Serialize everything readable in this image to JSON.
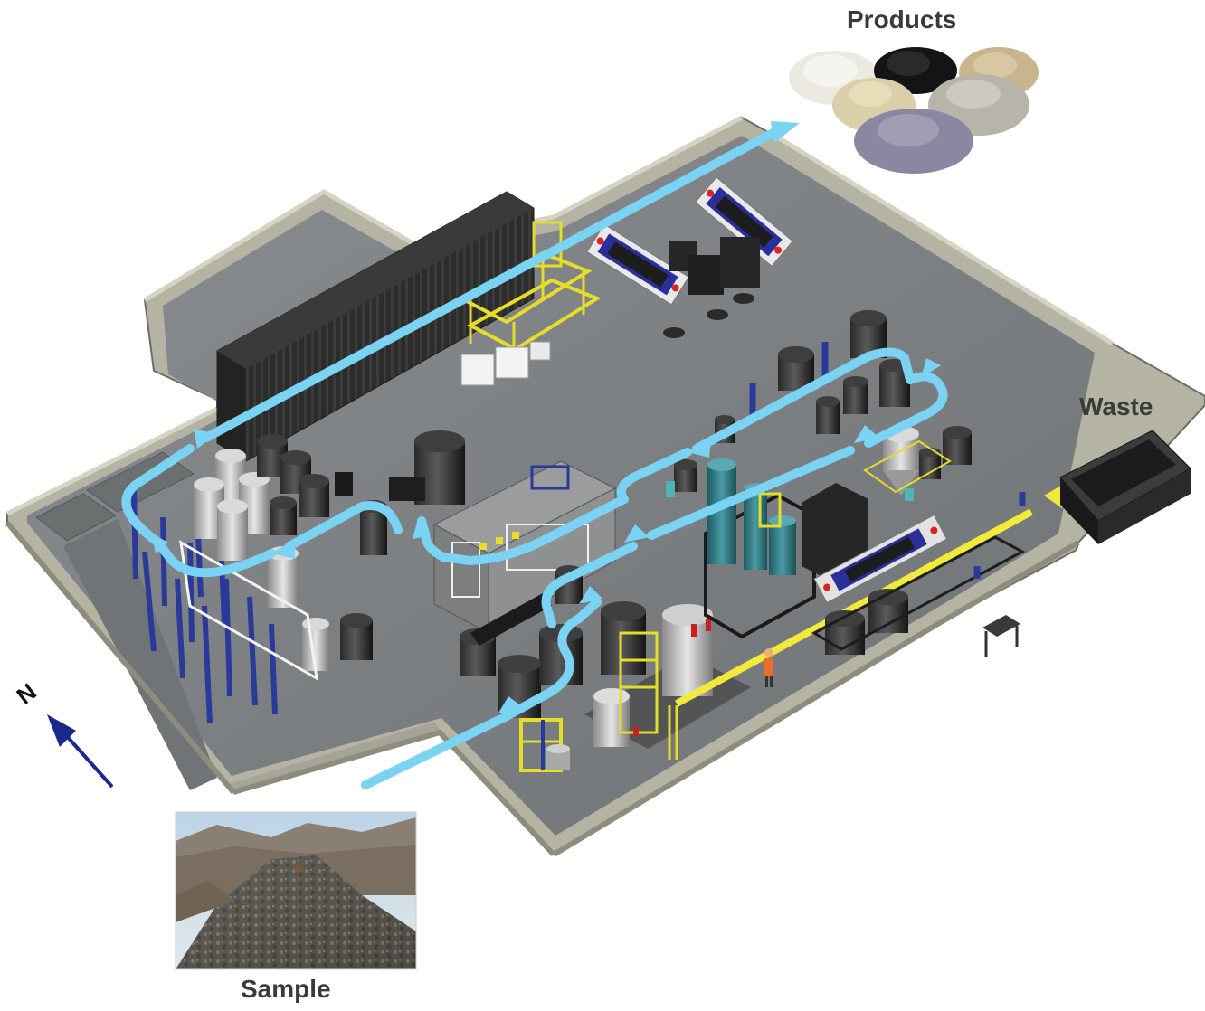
{
  "labels": {
    "products": "Products",
    "waste": "Waste",
    "sample": "Sample",
    "north": "N"
  },
  "legend_colors": {
    "process_flow": "#7ad3f2",
    "waste_flow": "#f2ea3a",
    "north_arrow": "#1b2a8a",
    "floor": "#7b7f82",
    "wall": "#b9b7a7"
  },
  "icons": [
    "north-arrow-icon",
    "flow-arrow-icon",
    "tank-icon",
    "filter-press-icon",
    "shipping-container-icon",
    "waste-bin-icon",
    "powder-pile-icon",
    "worker-figure-icon"
  ]
}
